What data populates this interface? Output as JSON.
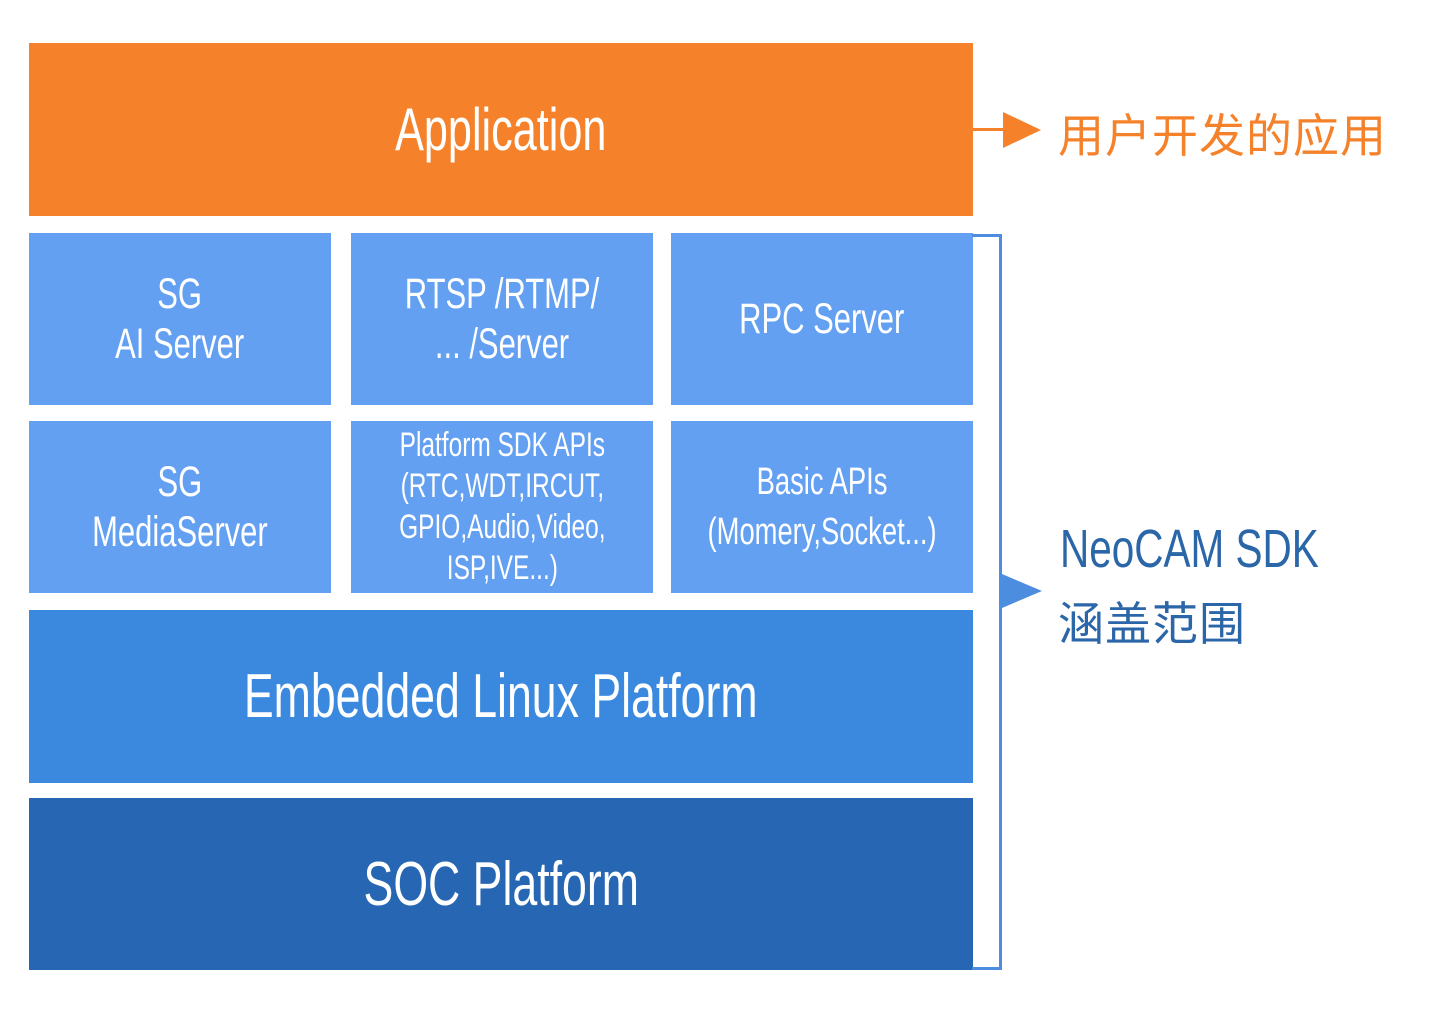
{
  "diagram": {
    "application": {
      "label": "Application"
    },
    "application_note": "用户开发的应用",
    "sdk_row_1": [
      {
        "label": "SG\nAI Server"
      },
      {
        "label": "RTSP /RTMP/\n... /Server"
      },
      {
        "label": "RPC Server"
      }
    ],
    "sdk_row_2": [
      {
        "label": "SG\nMediaServer"
      },
      {
        "label": "Platform SDK APIs\n(RTC,WDT,IRCUT,\nGPIO,Audio,Video,\nISP,IVE...)"
      },
      {
        "label": "Basic APIs\n(Momery,Socket...)"
      }
    ],
    "embedded_linux": {
      "label": "Embedded Linux Platform"
    },
    "soc": {
      "label": "SOC Platform"
    },
    "sdk_scope": {
      "title": "NeoCAM SDK",
      "subtitle": "涵盖范围"
    },
    "colors": {
      "application": "#F5822B",
      "sdk_cell": "#63A0F2",
      "embedded_linux": "#3A89DF",
      "soc": "#2666B2",
      "sdk_label": "#2B66A8"
    }
  }
}
